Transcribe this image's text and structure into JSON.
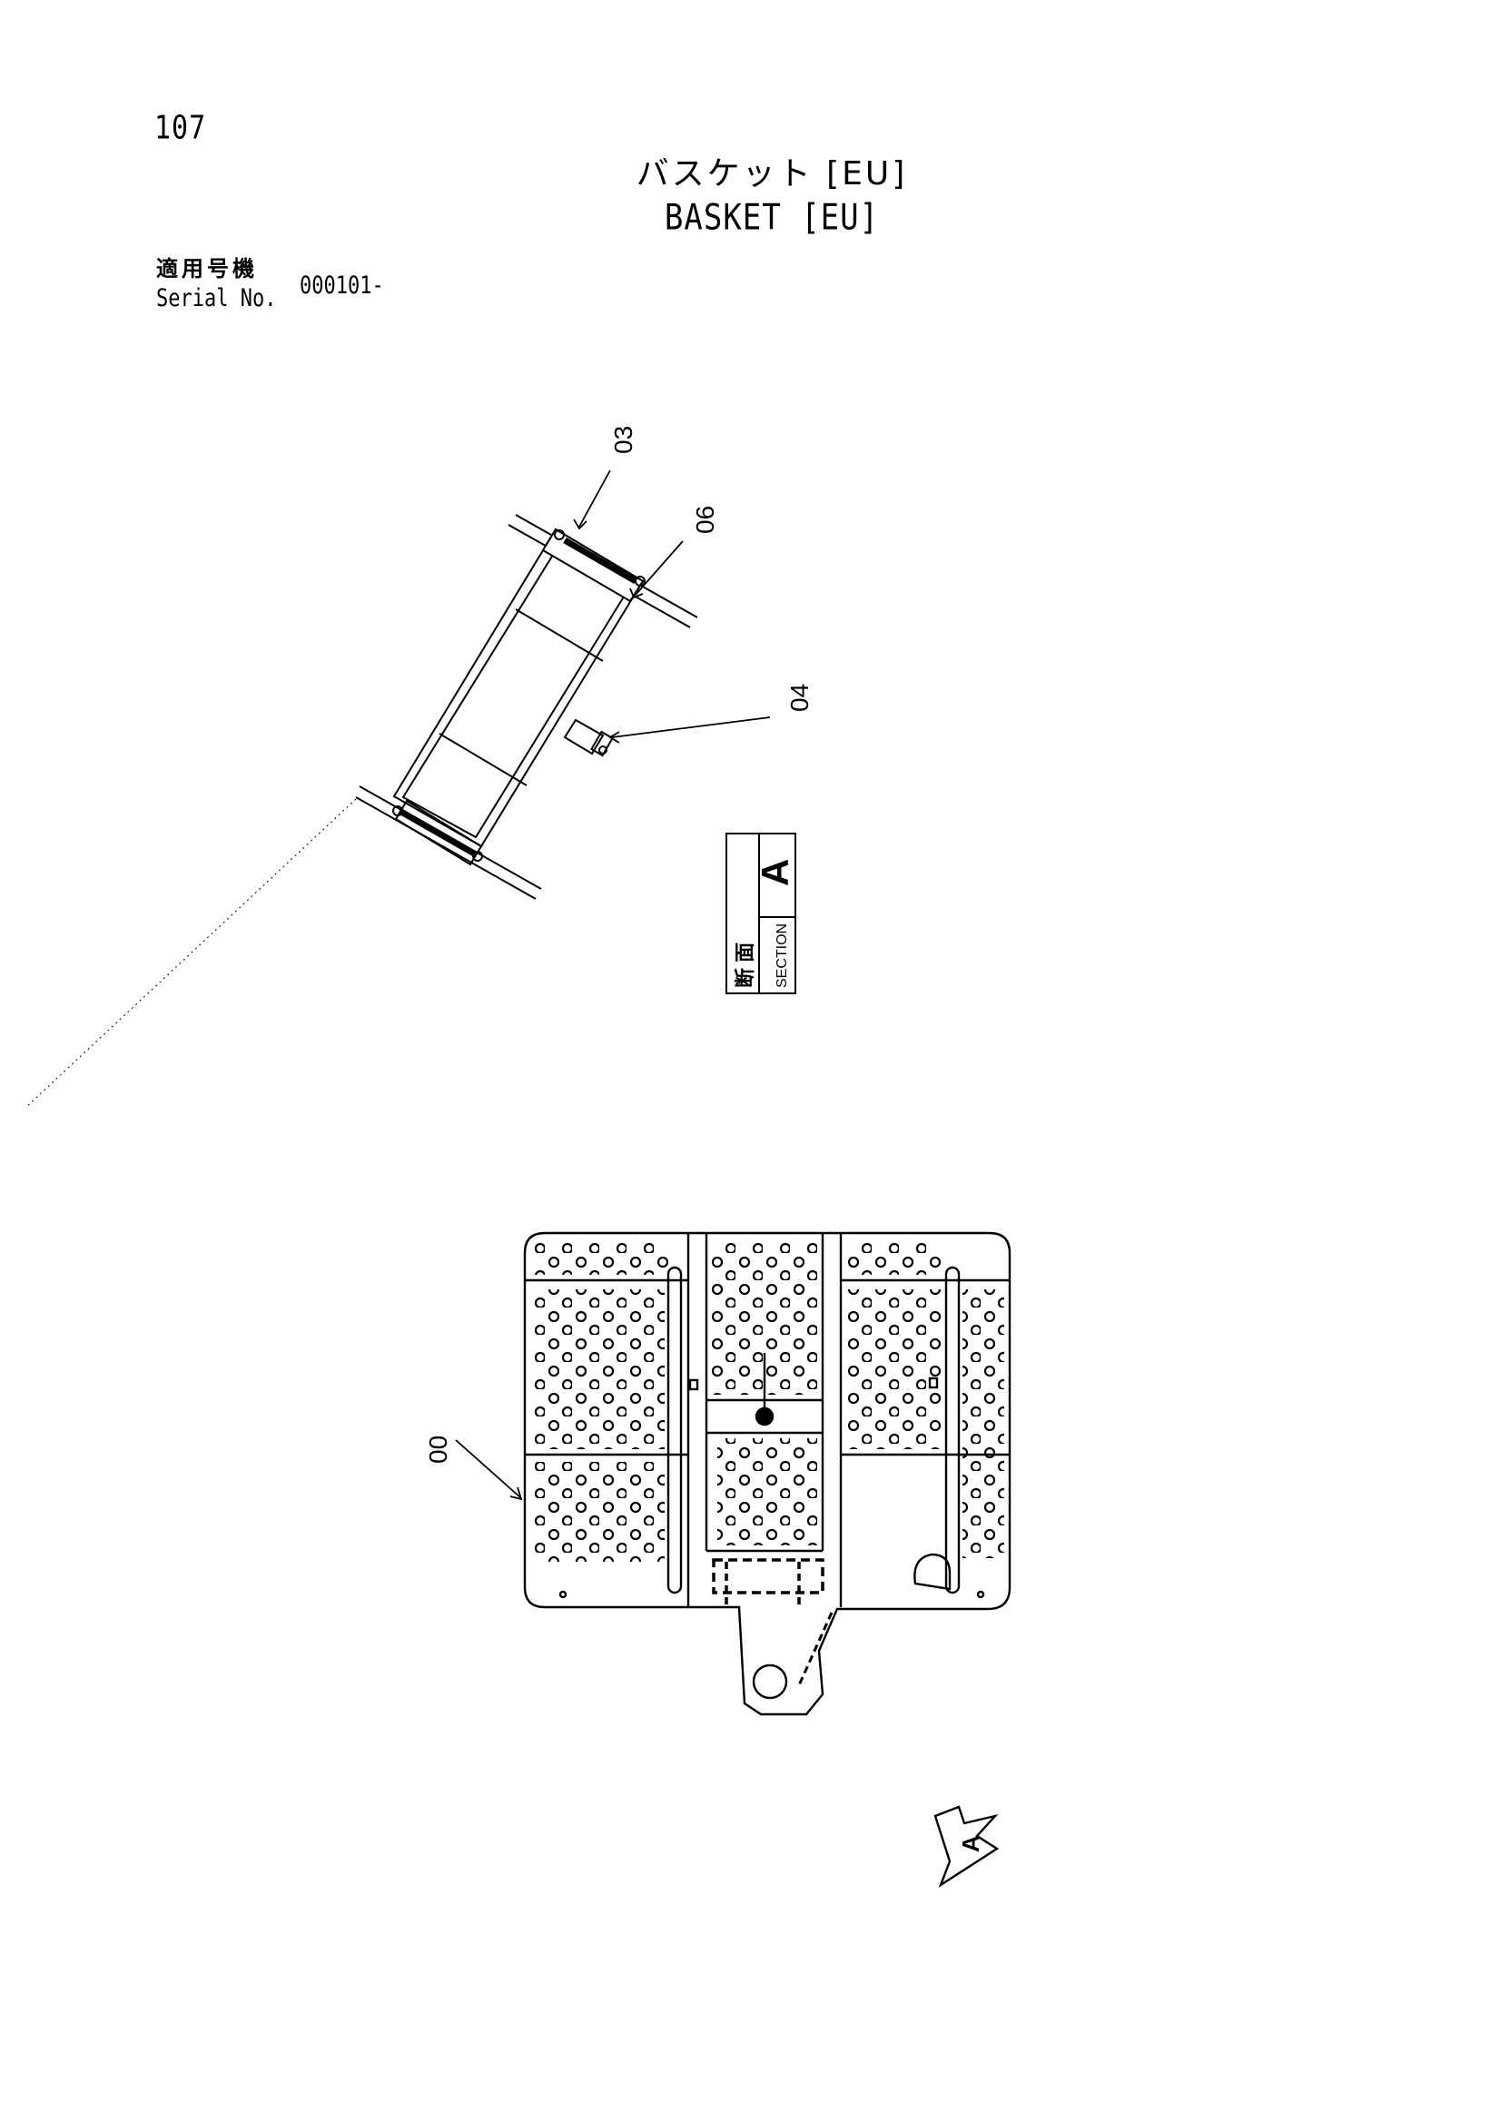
{
  "page": {
    "number": "107"
  },
  "title": {
    "japanese": "バスケット [EU]",
    "english": "BASKET [EU]"
  },
  "serial": {
    "label_japanese": "適用号機",
    "label_english": "Serial No.",
    "value": "000101-"
  },
  "callouts": {
    "part_03": "03",
    "part_06": "06",
    "part_04": "04",
    "part_00": "00"
  },
  "section_marker": {
    "letter": "A",
    "japanese": "断 面",
    "english": "SECTION"
  },
  "view_arrow": {
    "letter": "A"
  }
}
